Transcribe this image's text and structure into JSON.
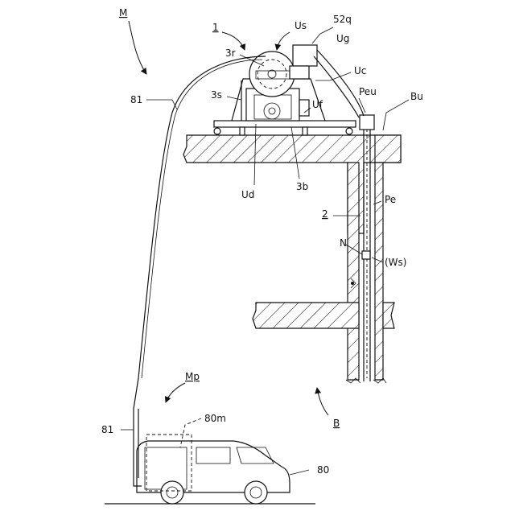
{
  "labels": {
    "M": "M",
    "one": "1",
    "Us": "Us",
    "q52": "52q",
    "Ug": "Ug",
    "r3": "3r",
    "Uc": "Uc",
    "s3": "3s",
    "Peu": "Peu",
    "Bu": "Bu",
    "l81_top": "81",
    "Uf": "Uf",
    "Ud": "Ud",
    "b3": "3b",
    "Pe": "Pe",
    "two": "2",
    "N": "N",
    "Ws": "(Ws)",
    "Mp": "Mp",
    "m80": "80m",
    "l81_bottom": "81",
    "B": "B",
    "l80": "80"
  }
}
